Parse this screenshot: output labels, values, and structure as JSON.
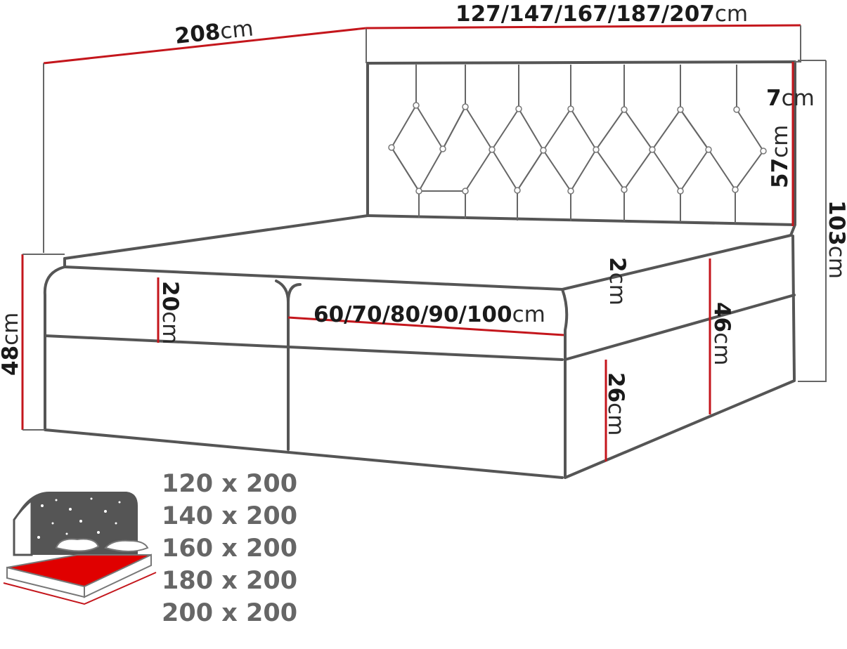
{
  "dimensions": {
    "length": {
      "value": "208",
      "unit": "cm"
    },
    "width": {
      "value": "127/147/167/187/207",
      "unit": "cm"
    },
    "headboard_top": {
      "value": "7",
      "unit": "cm"
    },
    "headboard_panel": {
      "value": "57",
      "unit": "cm"
    },
    "total_height": {
      "value": "103",
      "unit": "cm"
    },
    "bed_height": {
      "value": "48",
      "unit": "cm"
    },
    "topper": {
      "value": "20",
      "unit": "cm"
    },
    "mattress_gap": {
      "value": "2",
      "unit": "cm"
    },
    "mattress_width": {
      "value": "60/70/80/90/100",
      "unit": "cm"
    },
    "side_height": {
      "value": "46",
      "unit": "cm"
    },
    "base_height": {
      "value": "26",
      "unit": "cm"
    }
  },
  "sizes": [
    "120 x 200",
    "140 x 200",
    "160 x 200",
    "180 x 200",
    "200 x 200"
  ],
  "colors": {
    "dimension_line": "#c4161c",
    "outline": "#555555",
    "size_text": "#666666"
  }
}
